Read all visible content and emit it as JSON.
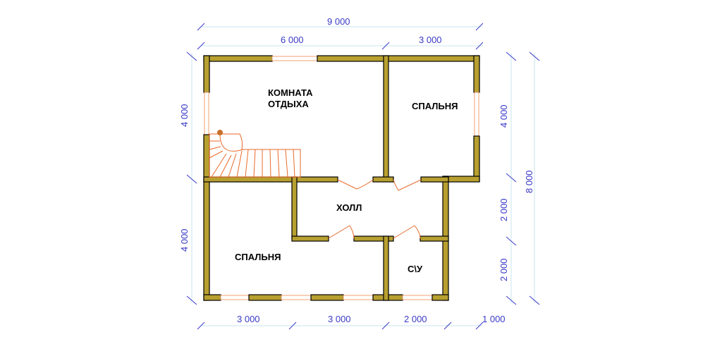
{
  "rooms": {
    "rest_room_line1": "КОМНАТА",
    "rest_room_line2": "ОТДЫХА",
    "bedroom_right": "СПАЛЬНЯ",
    "hall": "ХОЛЛ",
    "bedroom_left": "СПАЛЬНЯ",
    "bathroom": "С\\У"
  },
  "dimensions": {
    "top_total": "9 000",
    "top_left": "6 000",
    "top_right": "3 000",
    "left_upper": "4 000",
    "left_lower": "4 000",
    "right_upper": "4 000",
    "right_middle": "2 000",
    "right_lower": "2 000",
    "right_total": "8 000",
    "bottom_1": "3 000",
    "bottom_2": "3 000",
    "bottom_3": "2 000",
    "bottom_4": "1 000"
  },
  "colors": {
    "wall_fill": "#b8a030",
    "dimension_text": "#3a3ac8",
    "stair_door": "#e86a2a"
  }
}
